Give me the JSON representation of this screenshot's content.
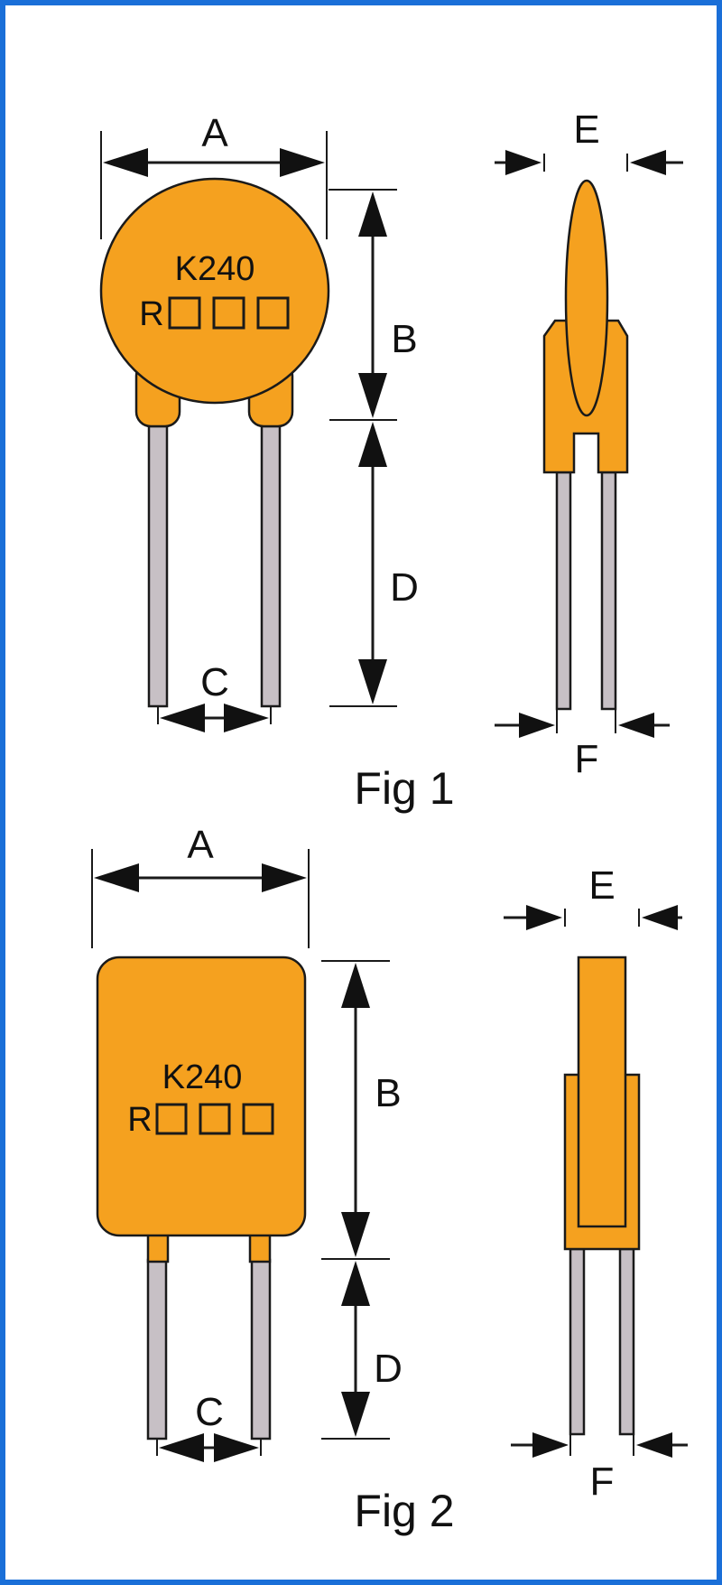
{
  "colors": {
    "frame": "#1a6fd8",
    "component_body": "#f5a11f",
    "lead_wire": "#c7c0c5",
    "outline": "#1a1a1a"
  },
  "dimension_labels": {
    "a": "A",
    "b": "B",
    "c": "C",
    "d": "D",
    "e": "E",
    "f": "F"
  },
  "figures": [
    {
      "caption": "Fig 1",
      "body_shape": "disc",
      "marking": {
        "line1": "K240",
        "line2_prefix": "R"
      }
    },
    {
      "caption": "Fig 2",
      "body_shape": "rectangular",
      "marking": {
        "line1": "K240",
        "line2_prefix": "R"
      }
    }
  ]
}
